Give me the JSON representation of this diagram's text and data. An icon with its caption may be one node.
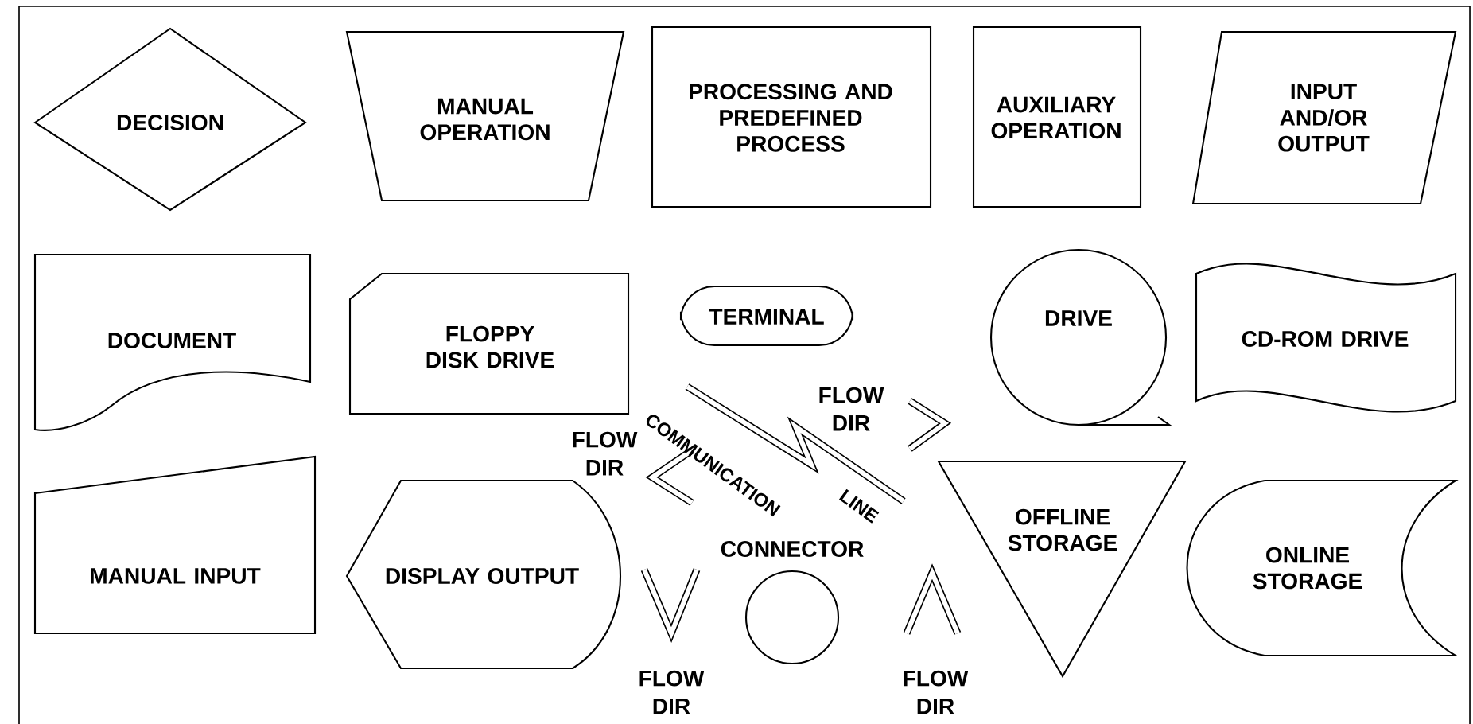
{
  "diagram": {
    "nodes": [
      {
        "text": [
          "DECISION"
        ]
      },
      {
        "text": [
          "MANUAL OPERATION"
        ]
      },
      {
        "text": [
          "PROCESSING AND PREDEFINED PROCESS"
        ]
      },
      {
        "text": [
          "AUXILIARY OPERATION"
        ]
      },
      {
        "text": [
          "INPUT AND/OR OUTPUT"
        ]
      },
      {
        "text": [
          "DOCUMENT"
        ]
      },
      {
        "text": [
          "FLOPPY DISK DRIVE"
        ]
      },
      {
        "text": [
          "TERMINAL"
        ]
      },
      {
        "text": [
          "DRIVE"
        ]
      },
      {
        "text": [
          "CD-ROM DRIVE"
        ]
      },
      {
        "text": [
          "OFFLINE STORAGE"
        ]
      },
      {
        "text": [
          "ONLINE STORAGE"
        ]
      },
      {
        "text": [
          "MANUAL INPUT"
        ]
      },
      {
        "text": [
          "DISPLAY OUTPUT"
        ]
      },
      {
        "text": [
          "CONNECTOR"
        ]
      },
      {
        "text": [],
        "shape": "chevron",
        "beside": [
          "FLOW DIR"
        ]
      },
      {
        "text": [],
        "shape": "chevron",
        "beside": [
          "FLOW DIR"
        ]
      },
      {
        "text": [],
        "shape": "chevron",
        "beside": [
          "FLOW DIR"
        ]
      },
      {
        "text": [],
        "shape": "chevron"
      }
    ],
    "labels": [
      "COMMUNICATION",
      "LINE",
      "FLOW DIR"
    ]
  }
}
